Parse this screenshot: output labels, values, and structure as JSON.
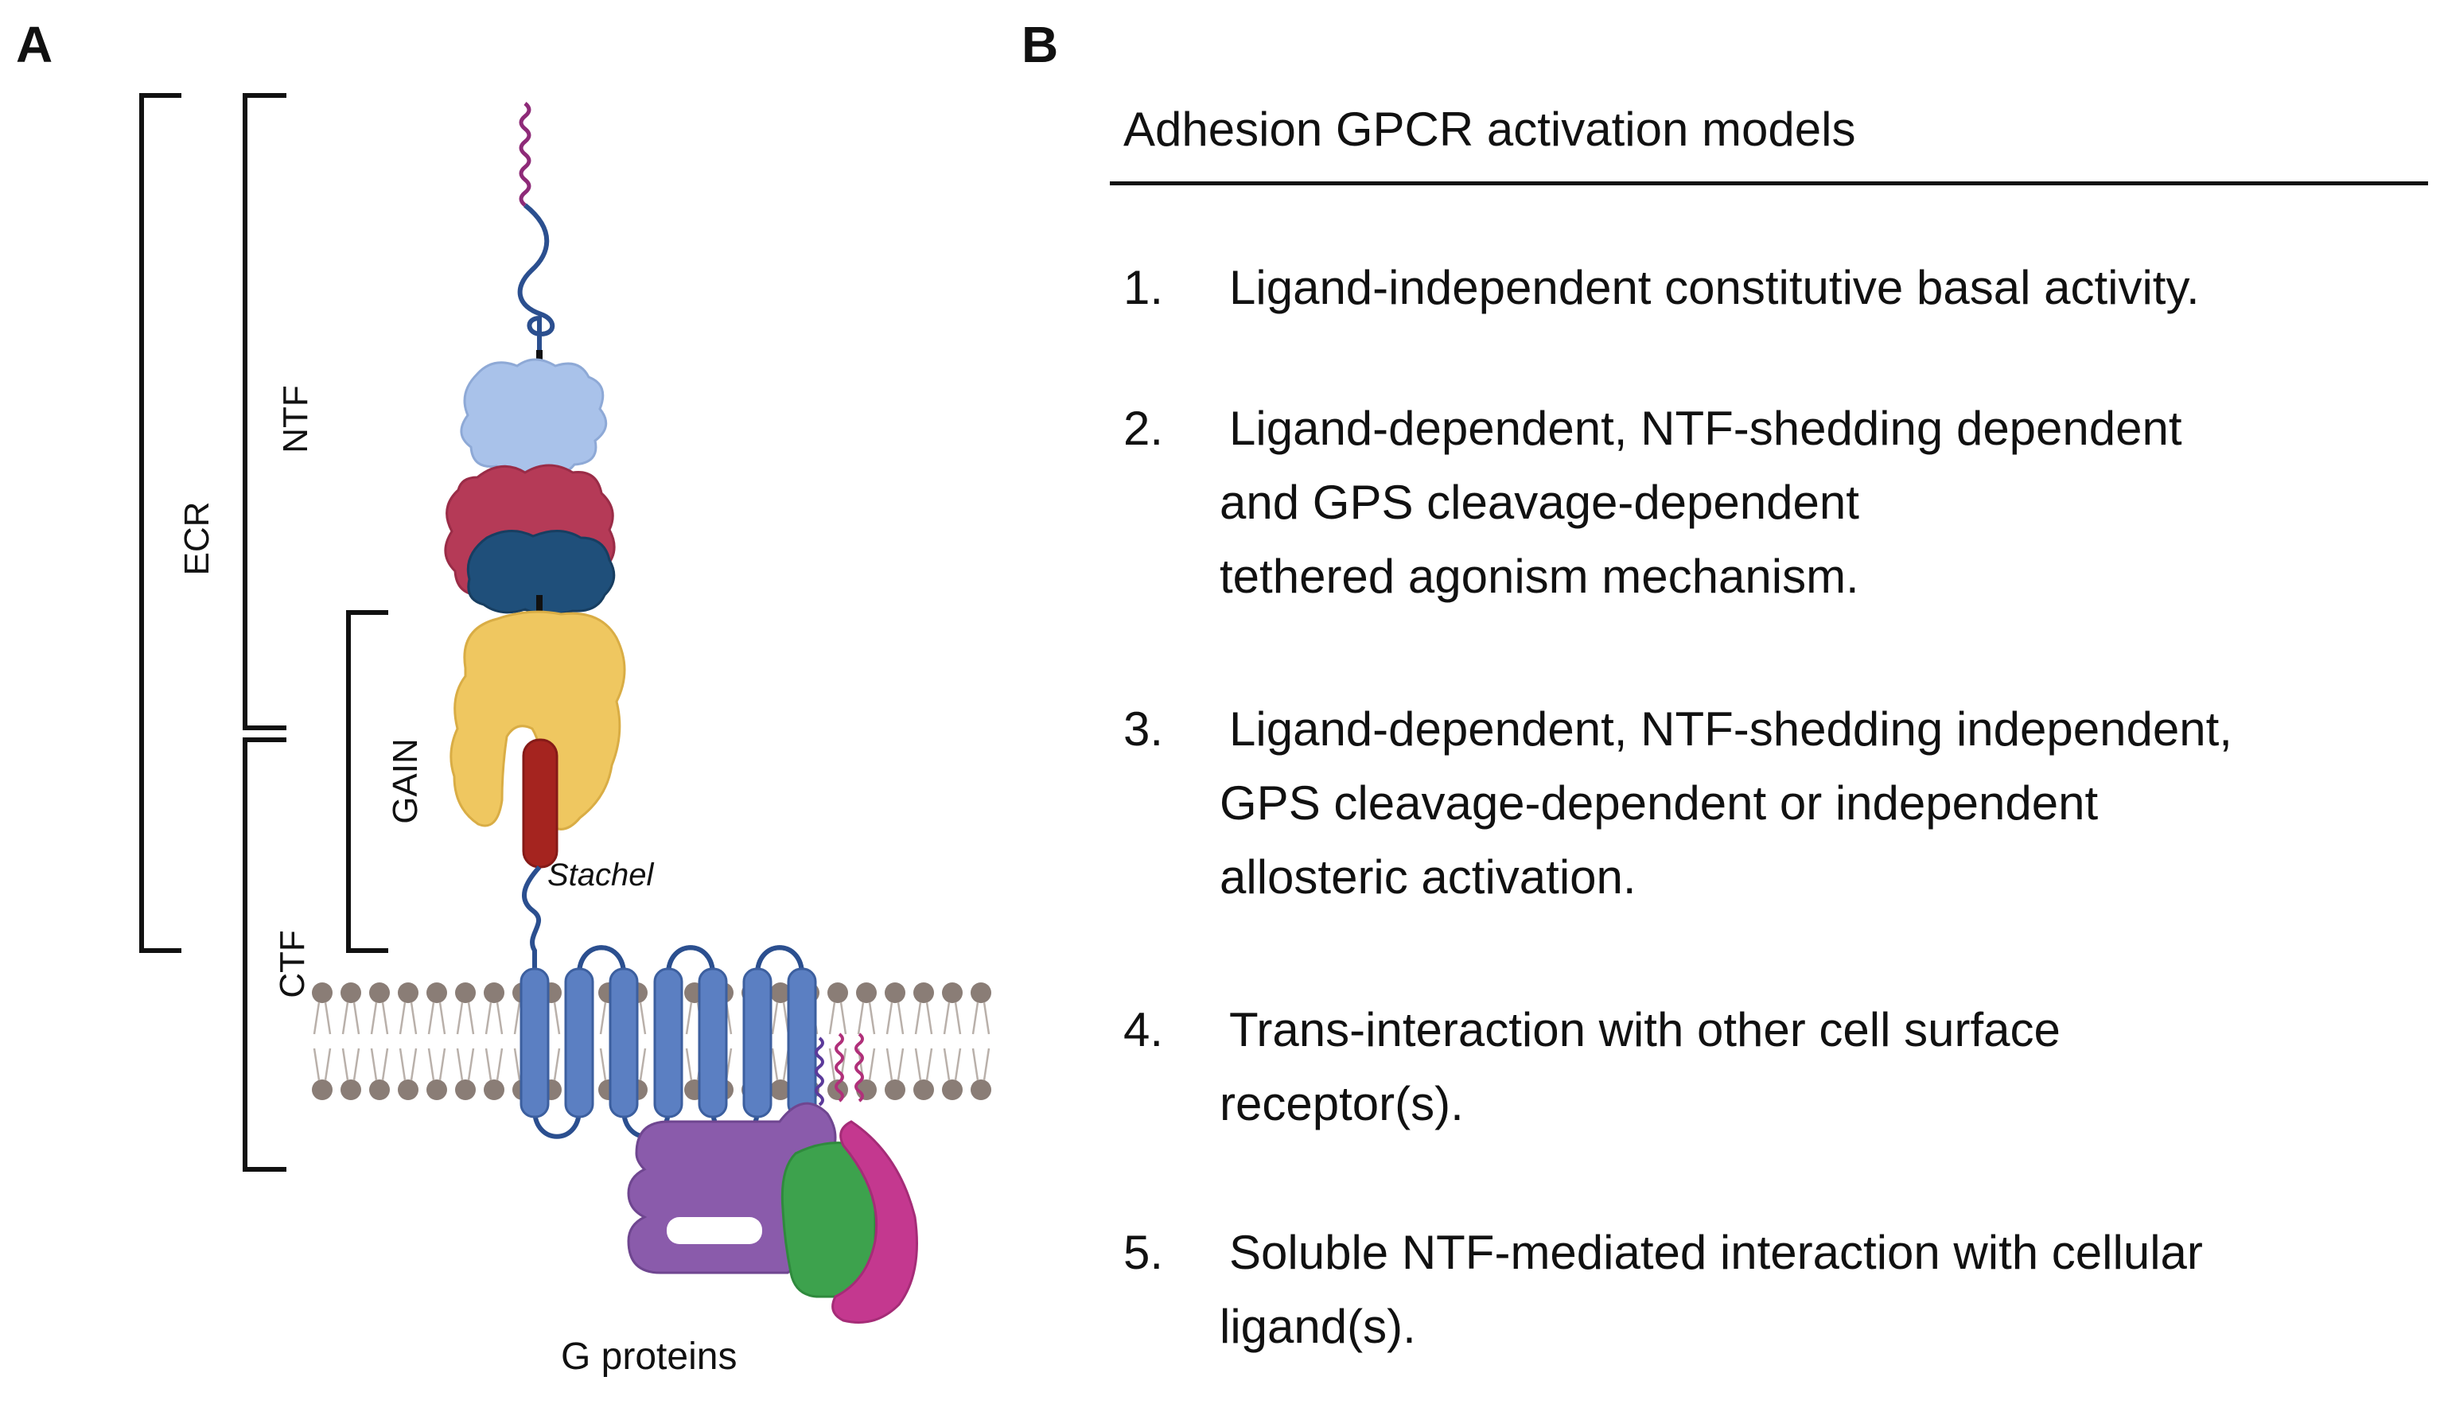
{
  "panel_a": {
    "letter": "A",
    "labels": {
      "ecr": "ECR",
      "ntf": "NTF",
      "gain": "GAIN",
      "ctf": "CTF",
      "stachel": "Stachel",
      "g_proteins": "G proteins"
    },
    "colors": {
      "domain_light_blue": "#a9c2ea",
      "domain_crimson": "#b53a57",
      "domain_navy": "#1f4f7a",
      "gain_yellow": "#efc760",
      "stachel_red": "#a5241f",
      "tm_helix_blue": "#5b7fc2",
      "membrane_head_gray": "#8a7d76",
      "g_protein_purple": "#8a5bab",
      "g_protein_green": "#3da24d",
      "g_protein_magenta": "#c4388f"
    }
  },
  "panel_b": {
    "letter": "B",
    "title": "Adhesion GPCR activation models",
    "models": [
      {
        "number": "1.",
        "lines": [
          "Ligand-independent constitutive basal activity."
        ]
      },
      {
        "number": "2.",
        "lines": [
          "Ligand-dependent, NTF-shedding dependent",
          "and GPS cleavage-dependent",
          "tethered agonism mechanism."
        ]
      },
      {
        "number": "3.",
        "lines": [
          "Ligand-dependent, NTF-shedding independent,",
          "GPS cleavage-dependent or independent",
          "allosteric activation."
        ]
      },
      {
        "number": "4.",
        "lines": [
          "Trans-interaction with other cell surface",
          "receptor(s)."
        ]
      },
      {
        "number": "5.",
        "lines": [
          "Soluble NTF-mediated interaction with cellular",
          "ligand(s)."
        ]
      }
    ]
  }
}
